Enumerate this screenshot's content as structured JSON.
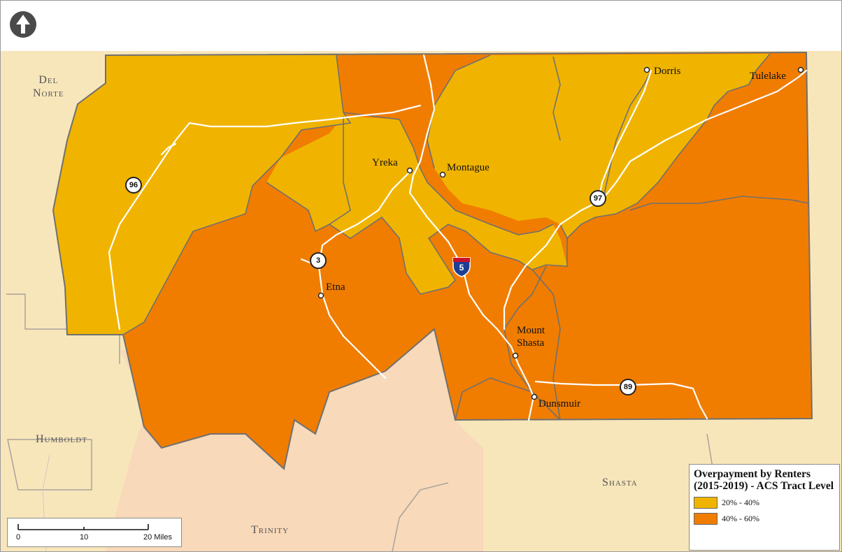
{
  "counties": {
    "del_norte": [
      "Del",
      "Norte"
    ],
    "humboldt": "Humboldt",
    "trinity": "Trinity",
    "shasta": "Shasta"
  },
  "cities": {
    "dorris": "Dorris",
    "tulelake": "Tulelake",
    "yreka": "Yreka",
    "montague": "Montague",
    "etna": "Etna",
    "mount_shasta": [
      "Mount",
      "Shasta"
    ],
    "dunsmuir": "Dunsmuir"
  },
  "routes": {
    "r96": "96",
    "r97": "97",
    "r3": "3",
    "r89": "89",
    "i5": "5"
  },
  "legend": {
    "title": "Overpayment by Renters (2015-2019) - ACS Tract Level",
    "items": [
      {
        "label": "20% - 40%",
        "color": "#f0b400"
      },
      {
        "label": "40% - 60%",
        "color": "#f07d00"
      }
    ]
  },
  "scale": {
    "labels": [
      "0",
      "10",
      "20 Miles"
    ]
  },
  "colors": {
    "low": "#f0b400",
    "high": "#f07d00",
    "land_light": "#f8e6bb",
    "land_pink": "#f8d9b9",
    "boundary": "#707070",
    "road": "#ffffff"
  }
}
